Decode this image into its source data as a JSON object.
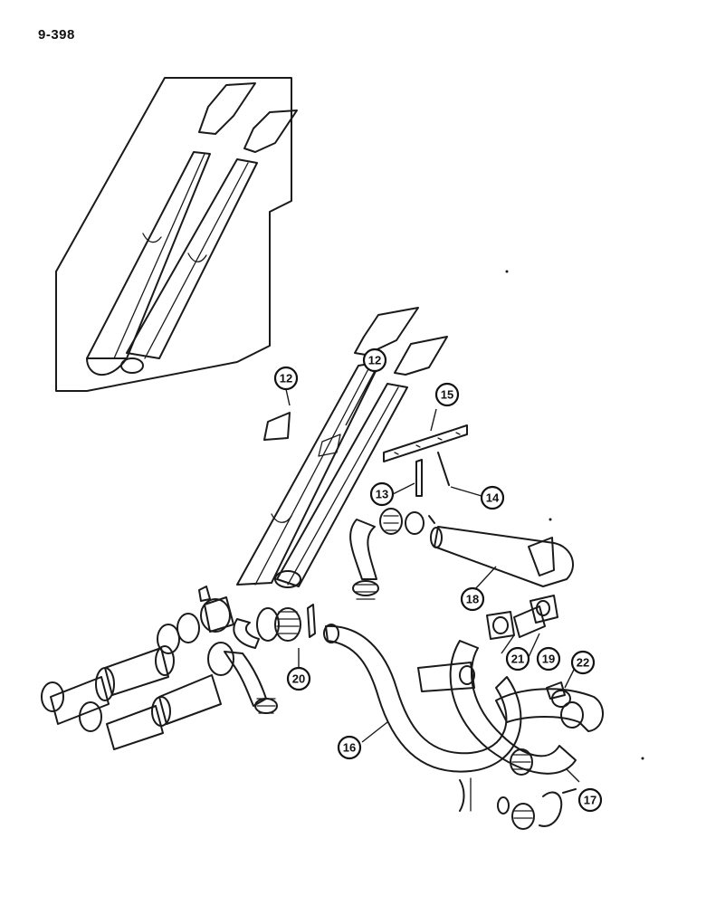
{
  "page": {
    "number": "9-398"
  },
  "callouts": [
    {
      "id": "12",
      "label": "12"
    },
    {
      "id": "12b",
      "label": "12"
    },
    {
      "id": "13",
      "label": "13"
    },
    {
      "id": "14",
      "label": "14"
    },
    {
      "id": "15",
      "label": "15"
    },
    {
      "id": "16",
      "label": "16"
    },
    {
      "id": "17",
      "label": "17"
    },
    {
      "id": "18",
      "label": "18"
    },
    {
      "id": "19",
      "label": "19"
    },
    {
      "id": "20",
      "label": "20"
    },
    {
      "id": "21",
      "label": "21"
    },
    {
      "id": "22",
      "label": "22"
    }
  ]
}
